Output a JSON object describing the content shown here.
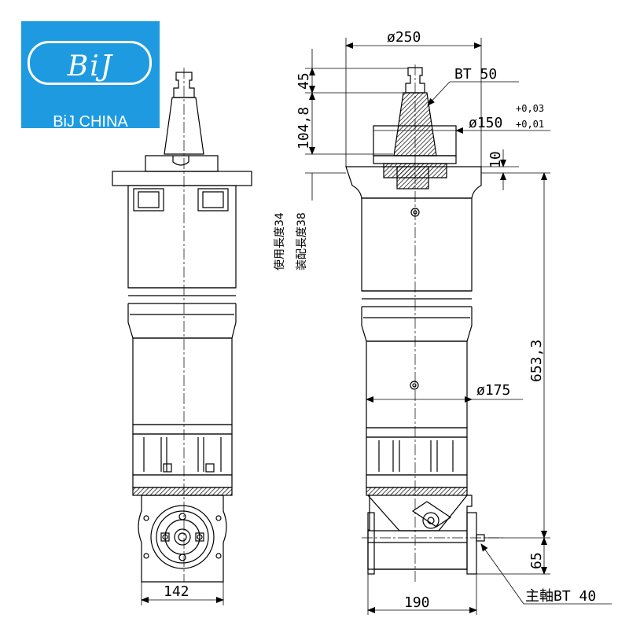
{
  "logo": {
    "mark": "BiJ",
    "brand": "BiJ CHINA",
    "colors": {
      "background": "#1e9be0",
      "text": "#ffffff"
    }
  },
  "dimensions": {
    "flange_diameter": "ø250",
    "taper": "BT 50",
    "pullstud_height": "45",
    "taper_height": "104,8",
    "pilot_diameter": "ø150",
    "pilot_tol_upper": "+0,03",
    "pilot_tol_lower": "+0,01",
    "flange_thickness": "10",
    "overall_length": "653,3",
    "body_diameter": "ø175",
    "spindle_height": "65",
    "head_width_front": "142",
    "head_width_side": "190",
    "output_spindle": "主軸BT 40"
  },
  "notes": {
    "usable_length": "使用長度34",
    "fitting_length": "装配長度38"
  },
  "colors": {
    "line": "#000000",
    "hatch": "#000000"
  }
}
